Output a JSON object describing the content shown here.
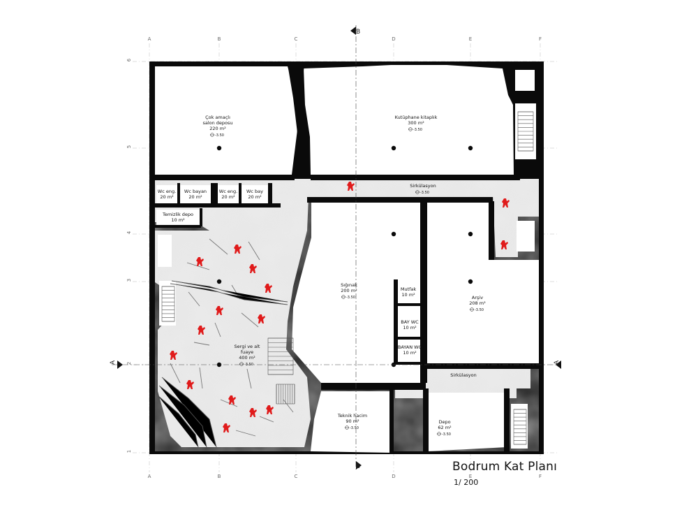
{
  "title": "Bodrum Kat Planı",
  "scale": "1/ 200",
  "grid": {
    "columns": [
      "A",
      "B",
      "C",
      "D",
      "E",
      "F"
    ],
    "rows": [
      "1",
      "2",
      "3",
      "4",
      "5",
      "6"
    ]
  },
  "section_marks": {
    "a": "A",
    "b": "B"
  },
  "rooms": [
    {
      "lines": [
        "Çok amaçlı",
        "salon deposu",
        "220 m²"
      ],
      "elev": "-3.50"
    },
    {
      "lines": [
        "Kutüphane kitaplık",
        "300 m²"
      ],
      "elev": "-3.50"
    },
    {
      "lines": [
        "Wc eng.",
        "20 m²"
      ],
      "elev": ""
    },
    {
      "lines": [
        "Wc bayan",
        "20 m²"
      ],
      "elev": ""
    },
    {
      "lines": [
        "Wc eng.",
        "20 m²"
      ],
      "elev": ""
    },
    {
      "lines": [
        "Wc bay",
        "20 m²"
      ],
      "elev": ""
    },
    {
      "lines": [
        "Temizlik depo",
        "10 m²"
      ],
      "elev": ""
    },
    {
      "lines": [
        "Sirkülasyon"
      ],
      "elev": "-3.50"
    },
    {
      "lines": [
        "Sığınak",
        "200 m²"
      ],
      "elev": "-3.50"
    },
    {
      "lines": [
        "Mutfak",
        "10 m²"
      ],
      "elev": ""
    },
    {
      "lines": [
        "BAY WC",
        "10 m²"
      ],
      "elev": ""
    },
    {
      "lines": [
        "BAYAN WC",
        "10 m²"
      ],
      "elev": ""
    },
    {
      "lines": [
        "Arşiv",
        "208 m²"
      ],
      "elev": "-3.50"
    },
    {
      "lines": [
        "Sergi ve alt",
        "fuaye",
        "400 m²"
      ],
      "elev": "-3.50"
    },
    {
      "lines": [
        "Sirkülasyon"
      ],
      "elev": ""
    },
    {
      "lines": [
        "Teknik hacim",
        "90 m²"
      ],
      "elev": "-3.50"
    },
    {
      "lines": [
        "Depo",
        "62 m²"
      ],
      "elev": "-3.50"
    }
  ],
  "colors": {
    "wall": "#0a0a0a",
    "floor": "#ffffff",
    "textured_floor": "#e4e4e4",
    "figures": "#e01b1b"
  }
}
